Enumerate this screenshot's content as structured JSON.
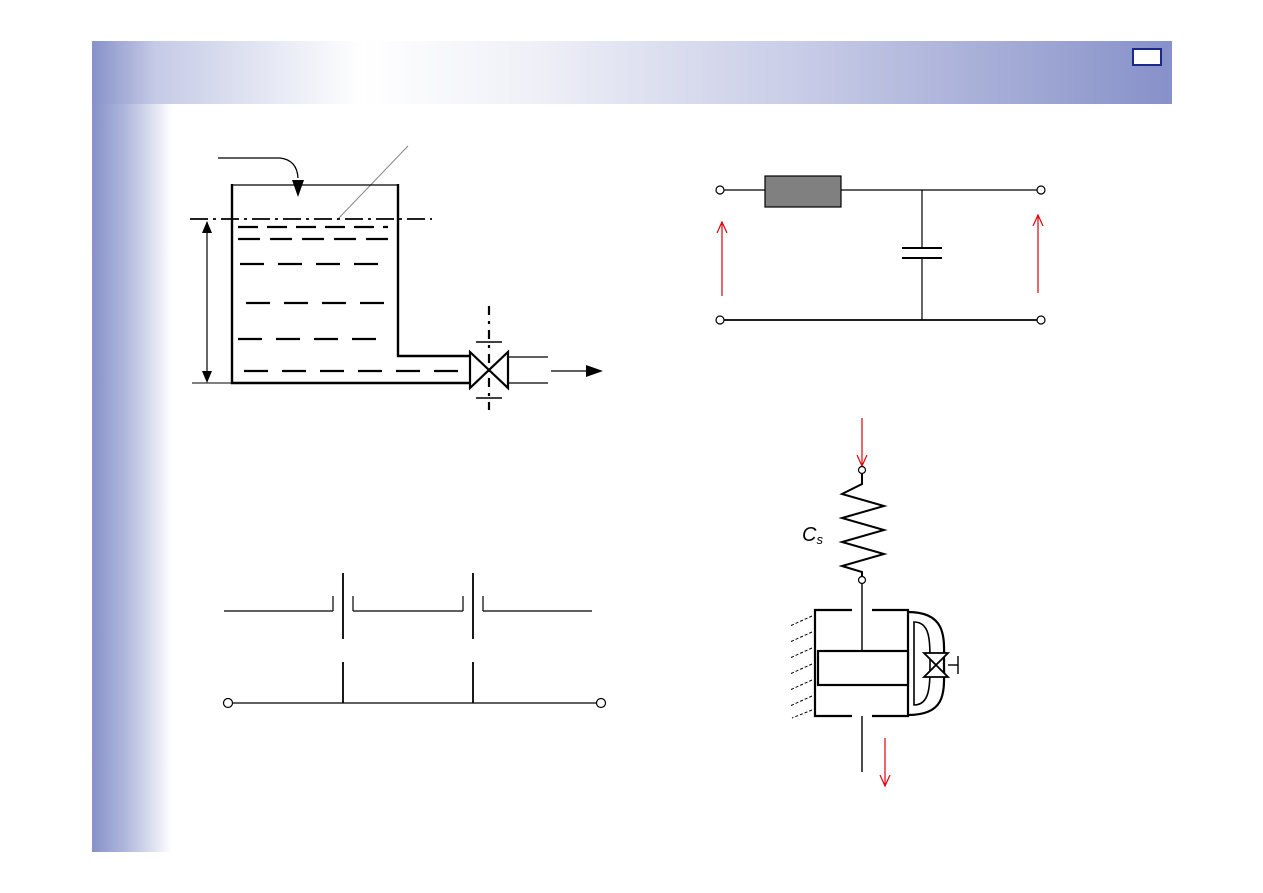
{
  "slide": {
    "page_number": "",
    "spring_label": "C",
    "spring_label_subscript": "s"
  },
  "colors": {
    "band": "#8791c9",
    "arrow_red": "#e0000a",
    "resistor_fill": "#808080",
    "page_box_border": "#1a2a8c"
  },
  "diagrams": [
    "liquid-tank-with-outlet-valve",
    "rc-low-pass-circuit",
    "two-capacitor-network",
    "spring-damper-system"
  ]
}
